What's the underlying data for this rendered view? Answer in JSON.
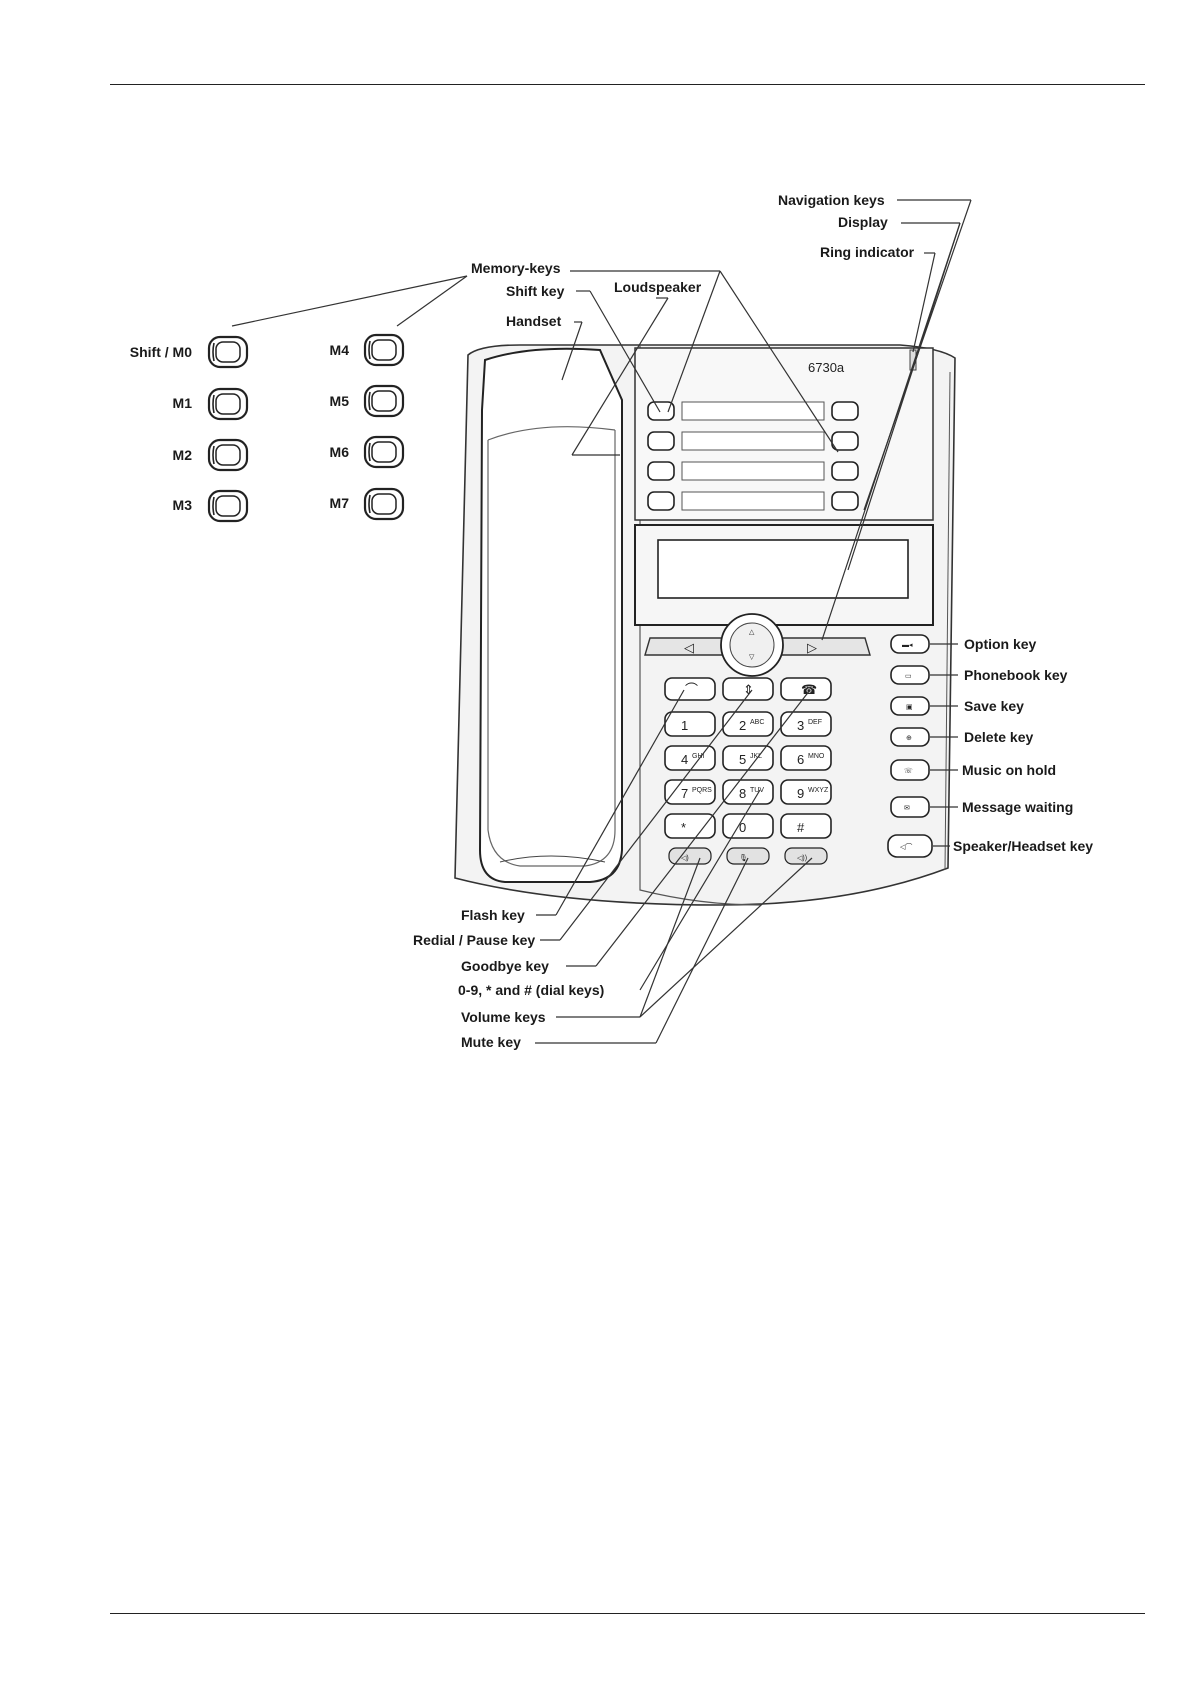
{
  "model": "6730a",
  "memory_keys": {
    "heading": "Memory-keys",
    "left": [
      "Shift / M0",
      "M1",
      "M2",
      "M3"
    ],
    "right": [
      "M4",
      "M5",
      "M6",
      "M7"
    ]
  },
  "labels_top": {
    "navigation_keys": "Navigation keys",
    "display": "Display",
    "ring_indicator": "Ring indicator",
    "shift_key": "Shift key",
    "loudspeaker": "Loudspeaker",
    "handset": "Handset"
  },
  "labels_right": {
    "option_key": "Option key",
    "phonebook_key": "Phonebook key",
    "save_key": "Save key",
    "delete_key": "Delete key",
    "music_on_hold": "Music on hold",
    "message_waiting": "Message waiting",
    "speaker_headset_key": "Speaker/Headset key"
  },
  "labels_bottom": {
    "flash_key": "Flash key",
    "redial_pause_key": "Redial / Pause key",
    "goodbye_key": "Goodbye key",
    "dial_keys": "0-9, * and # (dial keys)",
    "volume_keys": "Volume keys",
    "mute_key": "Mute key"
  },
  "dialpad": {
    "digits": [
      "1",
      "2",
      "3",
      "4",
      "5",
      "6",
      "7",
      "8",
      "9",
      "*",
      "0",
      "#"
    ],
    "letters": [
      "",
      "ABC",
      "DEF",
      "GHI",
      "JKL",
      "MNO",
      "PQRS",
      "TUV",
      "WXYZ",
      "",
      "",
      ""
    ]
  }
}
